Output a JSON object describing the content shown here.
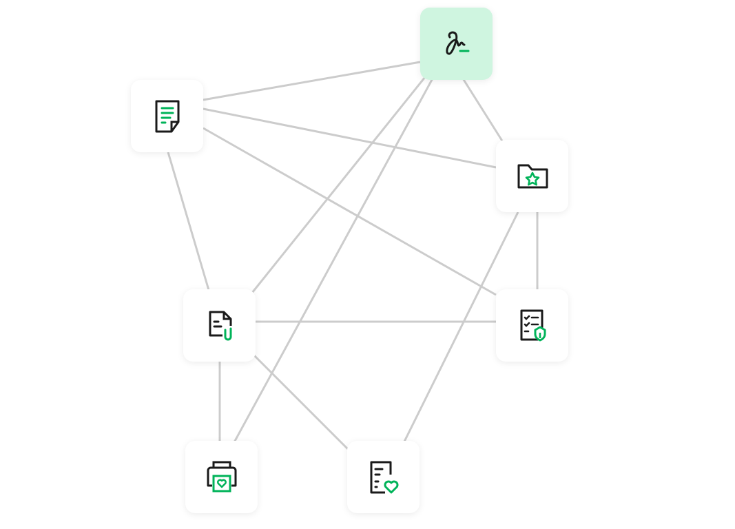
{
  "colors": {
    "edge": "#cccccc",
    "accent": "#00b359",
    "ink": "#1a1a1a",
    "highlight_bg": "#cff5e0",
    "node_bg": "#ffffff"
  },
  "nodes": [
    {
      "id": "signature",
      "icon": "signature-icon",
      "highlighted": true
    },
    {
      "id": "document",
      "icon": "document-lines-icon",
      "highlighted": false
    },
    {
      "id": "folder-star",
      "icon": "folder-star-icon",
      "highlighted": false
    },
    {
      "id": "attachment",
      "icon": "document-attachment-icon",
      "highlighted": false
    },
    {
      "id": "checklist",
      "icon": "checklist-shield-icon",
      "highlighted": false
    },
    {
      "id": "printer",
      "icon": "printer-heart-icon",
      "highlighted": false
    },
    {
      "id": "document-heart",
      "icon": "document-heart-icon",
      "highlighted": false
    }
  ],
  "edges": [
    [
      "signature",
      "document"
    ],
    [
      "signature",
      "folder-star"
    ],
    [
      "signature",
      "attachment"
    ],
    [
      "signature",
      "printer"
    ],
    [
      "document",
      "folder-star"
    ],
    [
      "document",
      "checklist"
    ],
    [
      "document",
      "attachment"
    ],
    [
      "folder-star",
      "checklist"
    ],
    [
      "folder-star",
      "document-heart"
    ],
    [
      "attachment",
      "checklist"
    ],
    [
      "attachment",
      "printer"
    ],
    [
      "attachment",
      "document-heart"
    ]
  ]
}
